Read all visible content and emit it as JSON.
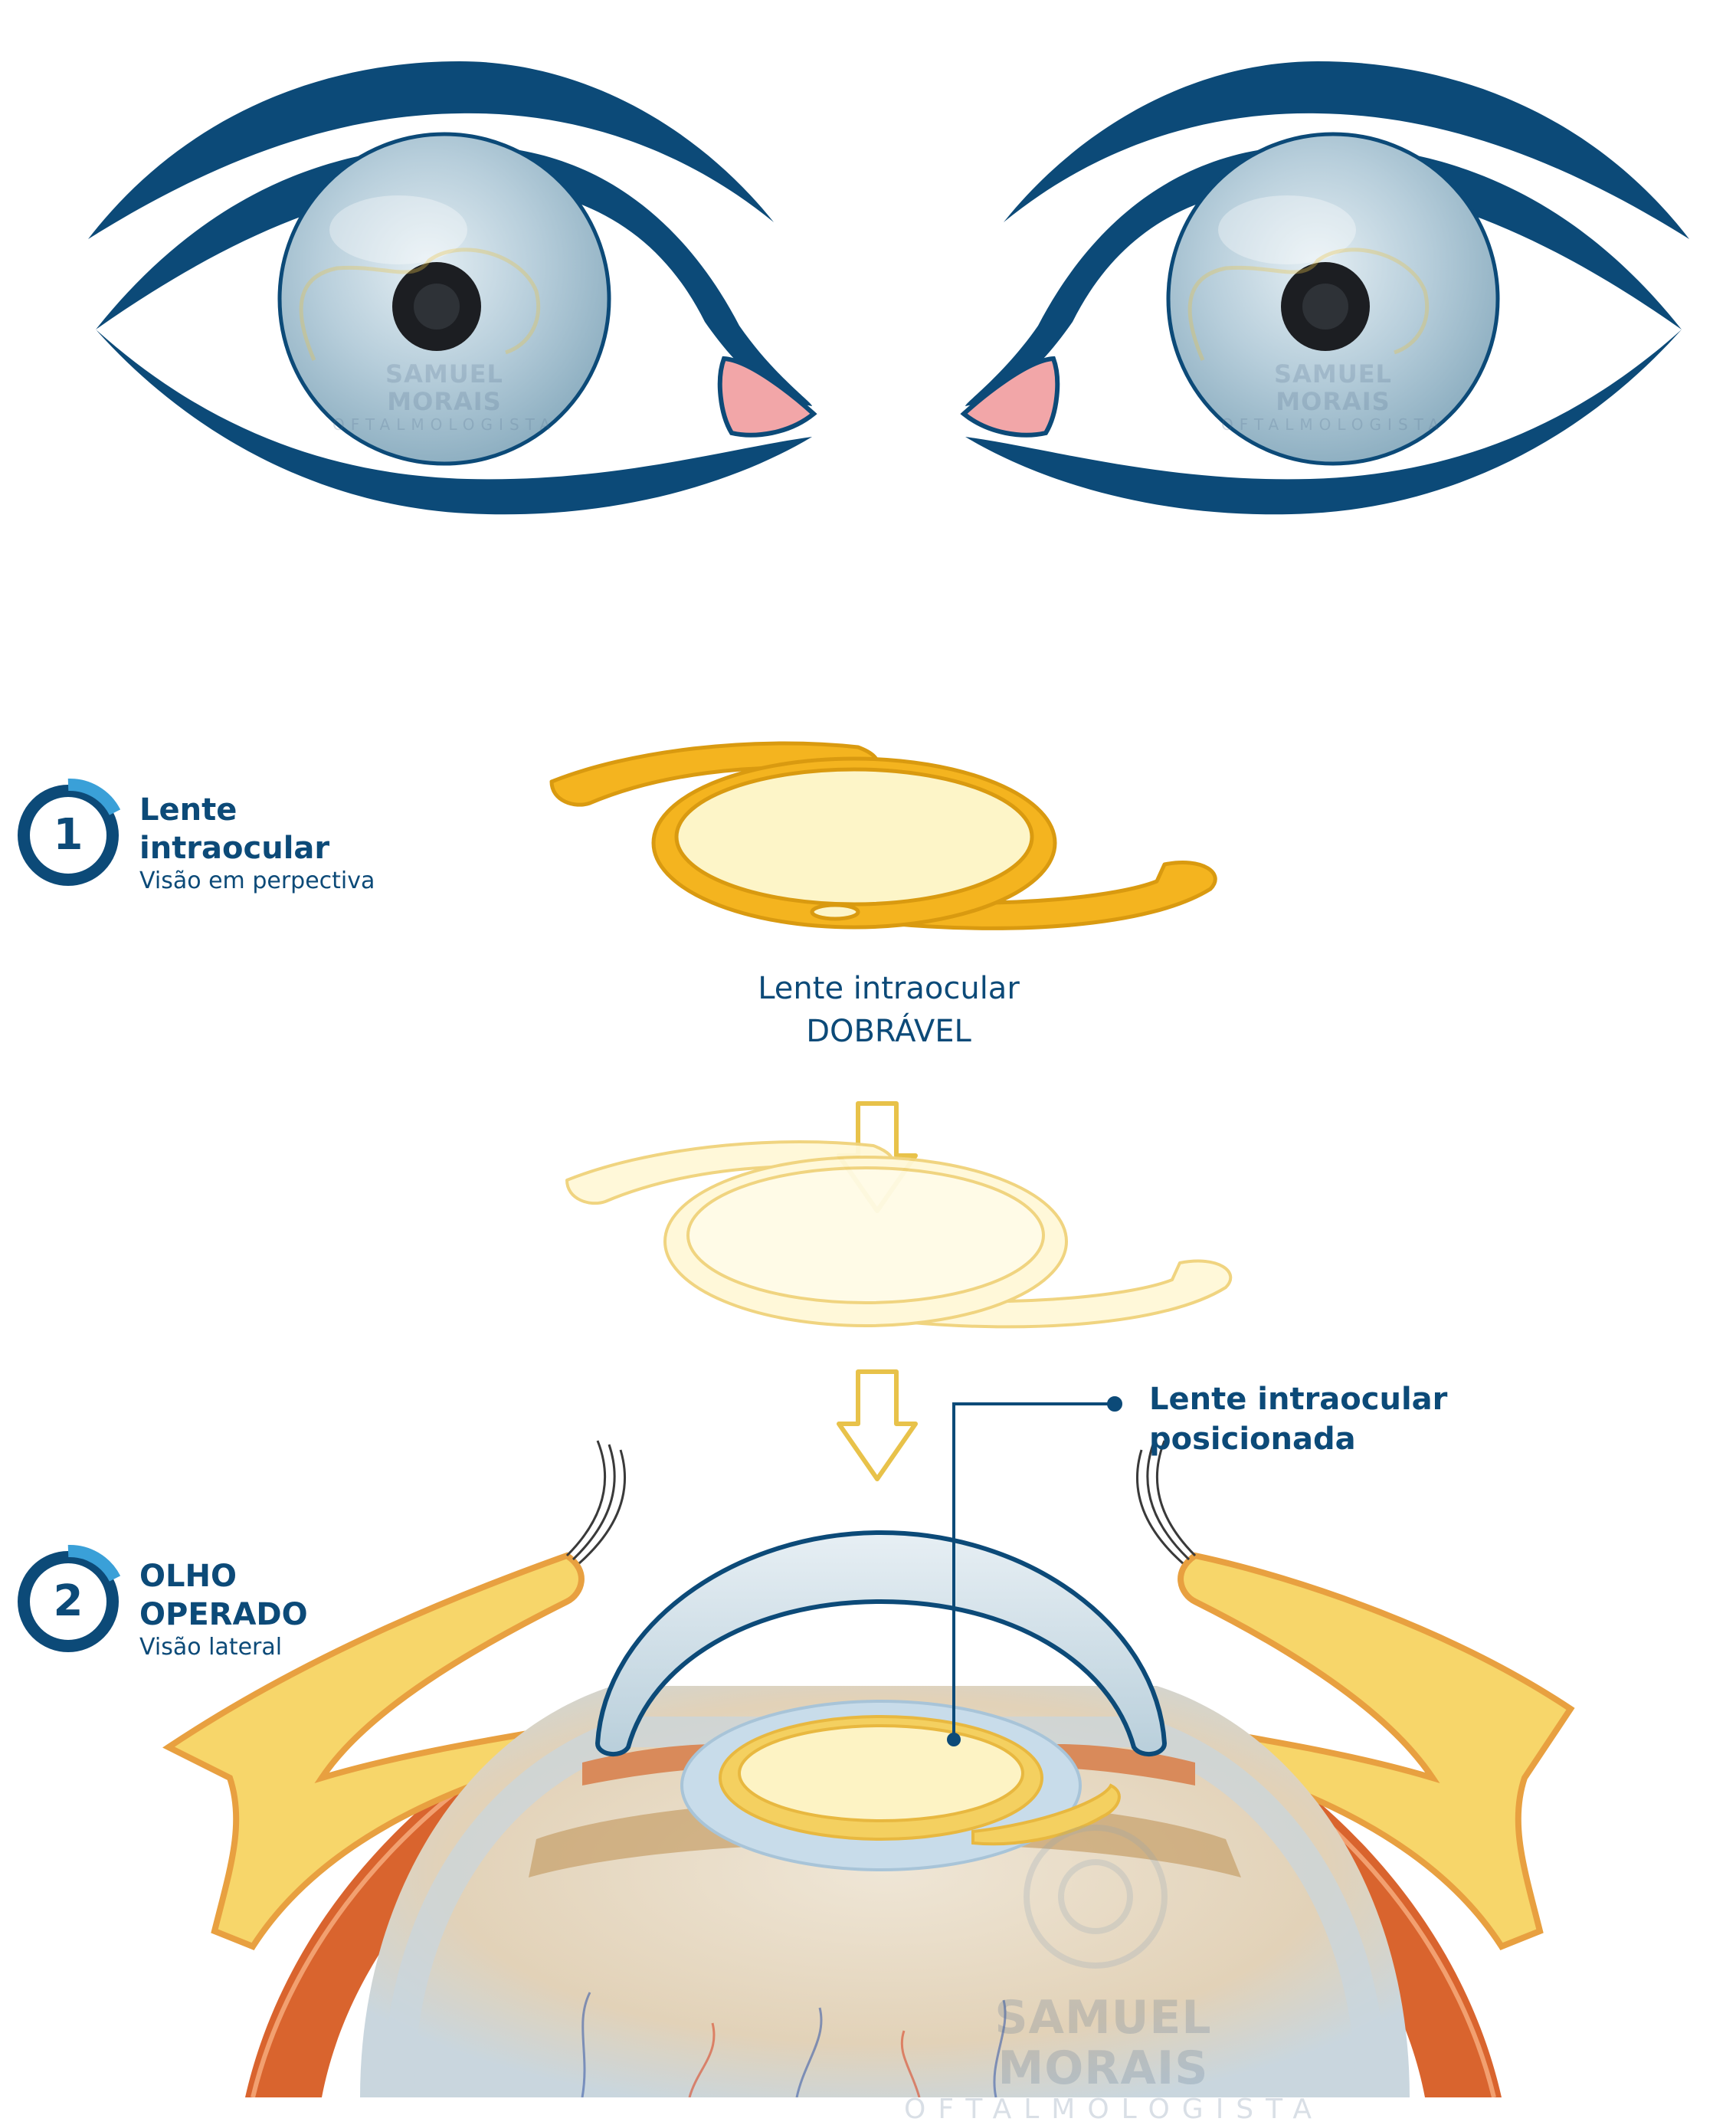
{
  "steps": [
    {
      "number": "1",
      "title_line1": "Lente",
      "title_line2": "intraocular",
      "subtitle": "Visão em perpectiva"
    },
    {
      "number": "2",
      "title_line1": "OLHO",
      "title_line2": "OPERADO",
      "subtitle": "Visão lateral"
    }
  ],
  "lens_caption": {
    "line1": "Lente intraocular",
    "line2": "DOBRÁVEL"
  },
  "callout": {
    "line1": "Lente intraocular",
    "line2": "posicionada"
  },
  "watermark": {
    "name": "SAMUEL MORAIS",
    "role": "OFTALMOLOGISTA"
  },
  "colors": {
    "eyelid": "#0c4a78",
    "iris": "#a9c3d2",
    "pupil": "#1c1e22",
    "caruncle": "#f2a6a8",
    "lens": "#f4b41f",
    "lens_optic": "#fdf5c8",
    "arrow": "#e8c24a",
    "fat": "#f7d66a",
    "muscle": "#d9642e",
    "sclera": "#dfe9ee",
    "cornea": "#cddde6"
  }
}
